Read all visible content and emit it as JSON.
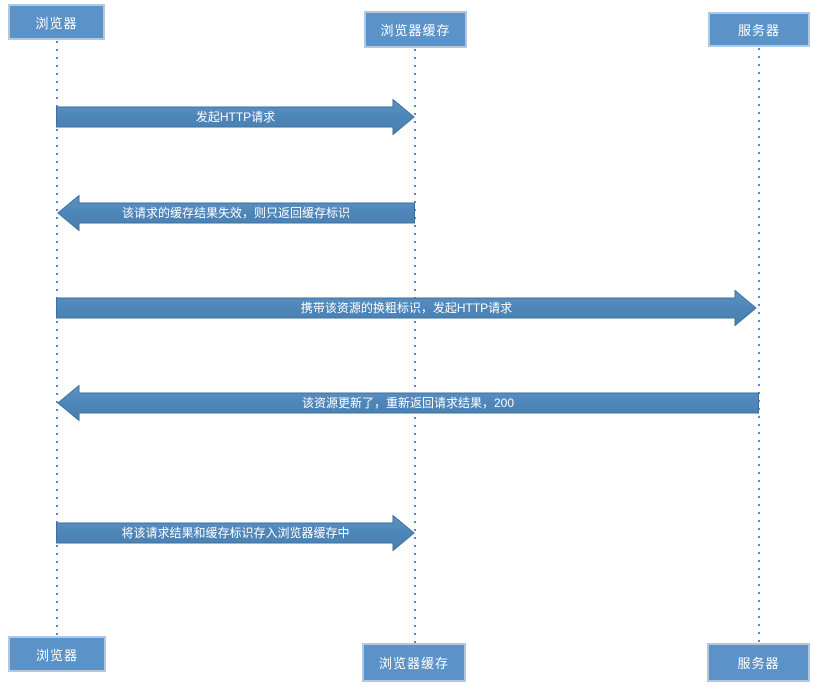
{
  "diagram": {
    "type": "sequence-diagram",
    "actors": [
      {
        "id": "browser",
        "label": "浏览器"
      },
      {
        "id": "browser-cache",
        "label": "浏览器缓存"
      },
      {
        "id": "server",
        "label": "服务器"
      }
    ],
    "messages": [
      {
        "from": "browser",
        "to": "browser-cache",
        "direction": "right",
        "label": "发起HTTP请求"
      },
      {
        "from": "browser-cache",
        "to": "browser",
        "direction": "left",
        "label": "该请求的缓存结果失效，则只返回缓存标识"
      },
      {
        "from": "browser",
        "to": "server",
        "direction": "right",
        "label": "携带该资源的换粗标识，发起HTTP请求"
      },
      {
        "from": "server",
        "to": "browser",
        "direction": "left",
        "label": "该资源更新了，重新返回请求结果，200"
      },
      {
        "from": "browser",
        "to": "browser-cache",
        "direction": "right",
        "label": "将该请求结果和缓存标识存入浏览器缓存中"
      }
    ],
    "colors": {
      "actor_fill": "#5b92c8",
      "actor_border": "#b5c7dc",
      "arrow_fill": "#4e86ba",
      "arrow_border": "#3d709e",
      "lifeline": "#538cce",
      "text_color": "#ffffff"
    }
  }
}
